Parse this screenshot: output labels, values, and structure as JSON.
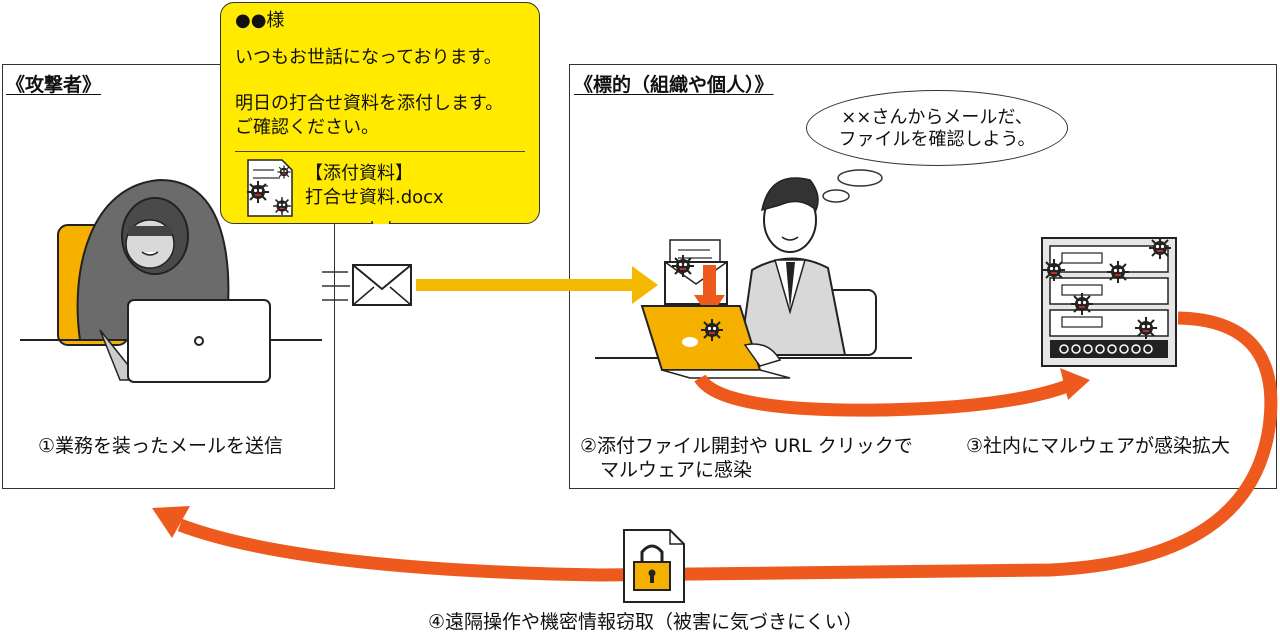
{
  "attacker": {
    "title": "《攻撃者》",
    "step1": "①業務を装ったメールを送信"
  },
  "target": {
    "title": "《標的（組織や個人）》",
    "thought_line1": "××さんからメールだ、",
    "thought_line2": "ファイルを確認しよう。",
    "step2_line1": "②添付ファイル開封や URL クリックで",
    "step2_line2": "マルウェアに感染",
    "step3": "③社内にマルウェアが感染拡大"
  },
  "email_bubble": {
    "recipient": "●●様",
    "greeting": "いつもお世話になっております。",
    "body_line1": "明日の打合せ資料を添付します。",
    "body_line2": "ご確認ください。",
    "attachment_label": "【添付資料】",
    "attachment_file": "打合せ資料.docx"
  },
  "bottom": {
    "step4": "④遠隔操作や機密情報窃取（被害に気づきにくい）"
  },
  "colors": {
    "yellow_arrow": "#f5b800",
    "orange_arrow": "#ee5a1e",
    "bubble": "#ffea00",
    "laptop_orange": "#f5b000",
    "hood": "#6b6b6b"
  },
  "icons": [
    "hacker-icon",
    "envelope-icon",
    "office-worker-icon",
    "malware-icon",
    "server-rack-icon",
    "padlock-document-icon",
    "document-icon"
  ]
}
